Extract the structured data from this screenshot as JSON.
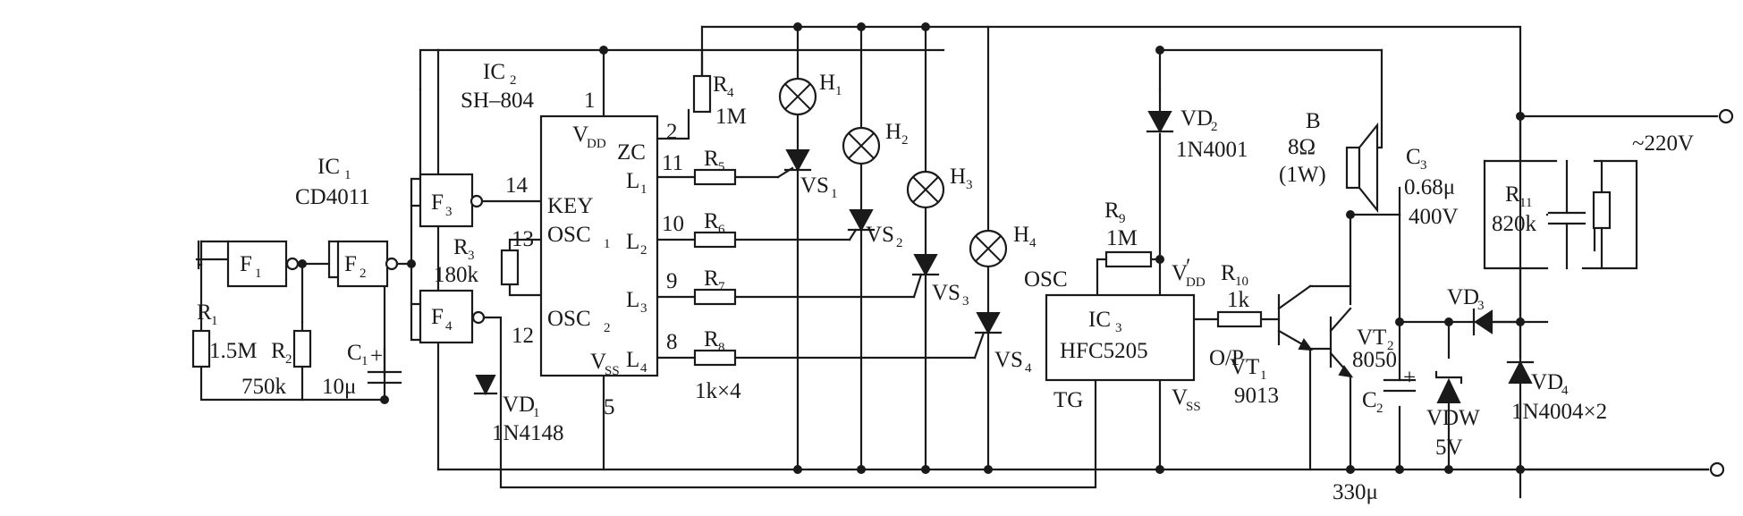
{
  "ic1": {
    "ref": "IC",
    "ref_sub": "1",
    "part": "CD4011"
  },
  "gates": {
    "f1": {
      "label": "F",
      "sub": "1"
    },
    "f2": {
      "label": "F",
      "sub": "2"
    },
    "f3": {
      "label": "F",
      "sub": "3"
    },
    "f4": {
      "label": "F",
      "sub": "4"
    }
  },
  "ic2": {
    "ref": "IC",
    "ref_sub": "2",
    "part": "SH–804",
    "pins": {
      "vdd": "V",
      "vdd_sub": "DD",
      "zc": "ZC",
      "key": "KEY",
      "osc1": "OSC",
      "osc1_sub": "1",
      "osc2": "OSC",
      "osc2_sub": "2",
      "l1": "L",
      "l1_sub": "1",
      "l2": "L",
      "l2_sub": "2",
      "l3": "L",
      "l3_sub": "3",
      "l4": "L",
      "l4_sub": "4",
      "vss": "V",
      "vss_sub": "SS"
    },
    "pin_numbers": {
      "p1": "1",
      "p2": "2",
      "p5": "5",
      "p8": "8",
      "p9": "9",
      "p10": "10",
      "p11": "11",
      "p12": "12",
      "p13": "13",
      "p14": "14"
    }
  },
  "ic3": {
    "ref": "IC",
    "ref_sub": "3",
    "part": "HFC5205",
    "pins": {
      "osc": "OSC",
      "vdd": "V",
      "vdd_prime": "′",
      "vdd_sub": "DD",
      "op": "O/P",
      "tg": "TG",
      "vss": "V",
      "vss_sub": "SS"
    }
  },
  "components": {
    "r1": {
      "ref": "R",
      "sub": "1",
      "value": "1.5M"
    },
    "r2": {
      "ref": "R",
      "sub": "2",
      "value": "750k"
    },
    "r3": {
      "ref": "R",
      "sub": "3",
      "value": "180k"
    },
    "r4": {
      "ref": "R",
      "sub": "4",
      "value": "1M"
    },
    "r5": {
      "ref": "R",
      "sub": "5"
    },
    "r6": {
      "ref": "R",
      "sub": "6"
    },
    "r7": {
      "ref": "R",
      "sub": "7"
    },
    "r8": {
      "ref": "R",
      "sub": "8",
      "value": "1k×4"
    },
    "r9": {
      "ref": "R",
      "sub": "9",
      "value": "1M"
    },
    "r10": {
      "ref": "R",
      "sub": "10",
      "value": "1k"
    },
    "r11": {
      "ref": "R",
      "sub": "11",
      "value": "820k"
    },
    "c1": {
      "ref": "C",
      "sub": "1",
      "value": "10μ",
      "polarity": "+"
    },
    "c2": {
      "ref": "C",
      "sub": "2",
      "value": "330μ",
      "polarity": "+"
    },
    "c3": {
      "ref": "C",
      "sub": "3",
      "value": "0.68μ",
      "rating": "400V"
    },
    "vd1": {
      "ref": "VD",
      "sub": "1",
      "value": "1N4148"
    },
    "vd2": {
      "ref": "VD",
      "sub": "2",
      "value": "1N4001"
    },
    "vd3": {
      "ref": "VD",
      "sub": "3"
    },
    "vd4": {
      "ref": "VD",
      "sub": "4",
      "value": "1N4004×2"
    },
    "vdw": {
      "ref": "VDW",
      "value": "5V"
    },
    "vt1": {
      "ref": "VT",
      "sub": "1",
      "value": "9013"
    },
    "vt2": {
      "ref": "VT",
      "sub": "2",
      "value": "8050"
    },
    "speaker": {
      "ref": "B",
      "impedance": "8Ω",
      "power": "(1W)"
    },
    "lamps": [
      {
        "ref": "H",
        "sub": "1"
      },
      {
        "ref": "H",
        "sub": "2"
      },
      {
        "ref": "H",
        "sub": "3"
      },
      {
        "ref": "H",
        "sub": "4"
      }
    ],
    "thyristors": [
      {
        "ref": "VS",
        "sub": "1"
      },
      {
        "ref": "VS",
        "sub": "2"
      },
      {
        "ref": "VS",
        "sub": "3"
      },
      {
        "ref": "VS",
        "sub": "4"
      }
    ]
  },
  "mains": {
    "label": "~220V"
  }
}
